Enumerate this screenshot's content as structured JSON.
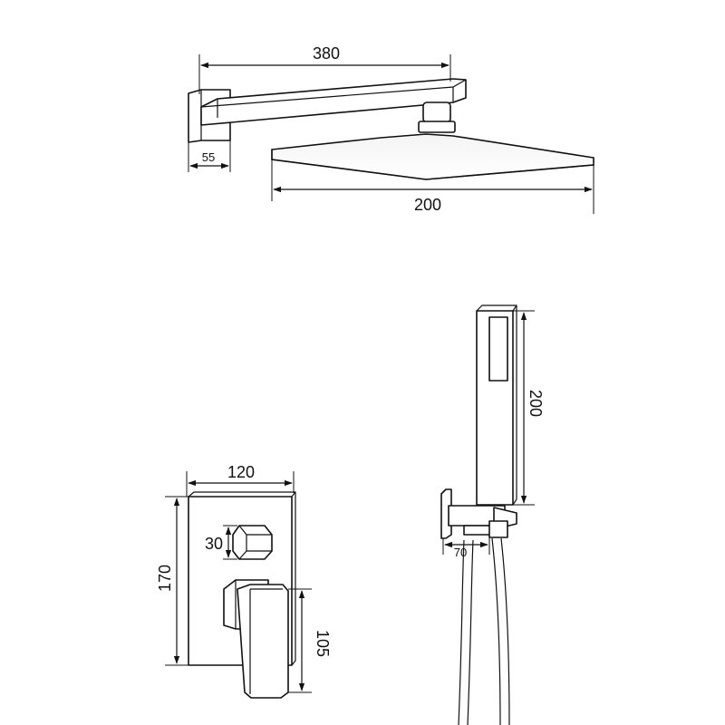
{
  "dimensions": {
    "arm_length": "380",
    "wall_flange": "55",
    "shower_head_width": "200",
    "valve_plate_width": "120",
    "valve_plate_height": "170",
    "knob_size": "30",
    "handle_length": "105",
    "hand_shower_length": "200",
    "holder_depth": "70"
  },
  "colors": {
    "line": "#111111",
    "background": "#ffffff"
  }
}
